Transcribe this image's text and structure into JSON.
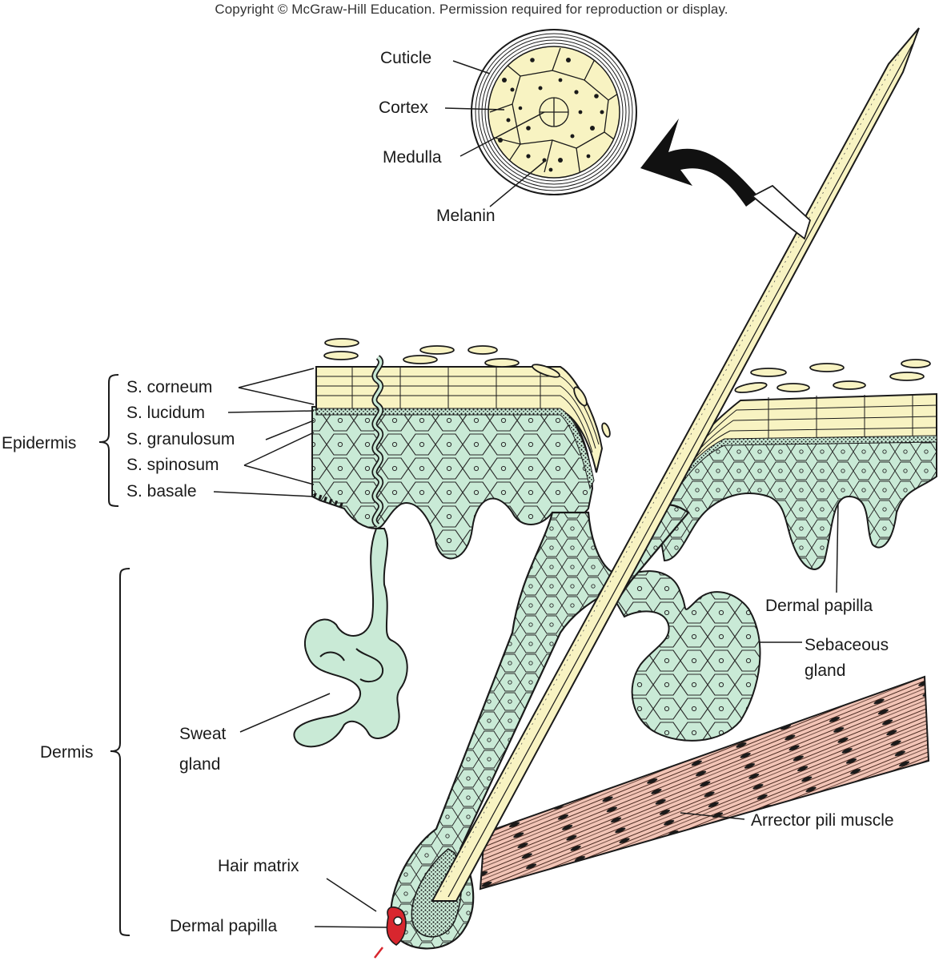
{
  "copyright": "Copyright © McGraw-Hill Education. Permission required for reproduction or display.",
  "cross_section": {
    "cuticle": "Cuticle",
    "cortex": "Cortex",
    "medulla": "Medulla",
    "melanin": "Melanin"
  },
  "epidermis": {
    "group": "Epidermis",
    "corneum": "S. corneum",
    "lucidum": "S. lucidum",
    "granulosum": "S. granulosum",
    "spinosum": "S. spinosum",
    "basale": "S. basale"
  },
  "dermis": {
    "group": "Dermis",
    "sweat_1": "Sweat",
    "sweat_2": "gland",
    "hair_matrix": "Hair matrix",
    "dermal_papilla_bottom": "Dermal papilla",
    "dermal_papilla_right": "Dermal papilla",
    "sebaceous_1": "Sebaceous",
    "sebaceous_2": "gland",
    "arrector": "Arrector pili muscle"
  },
  "colors": {
    "keratin_yellow": "#f8f3c2",
    "epidermis_green": "#c9ead6",
    "muscle_pink": "#f2c4b6",
    "papilla_red": "#d8262e",
    "ink": "#1a1a1a"
  }
}
